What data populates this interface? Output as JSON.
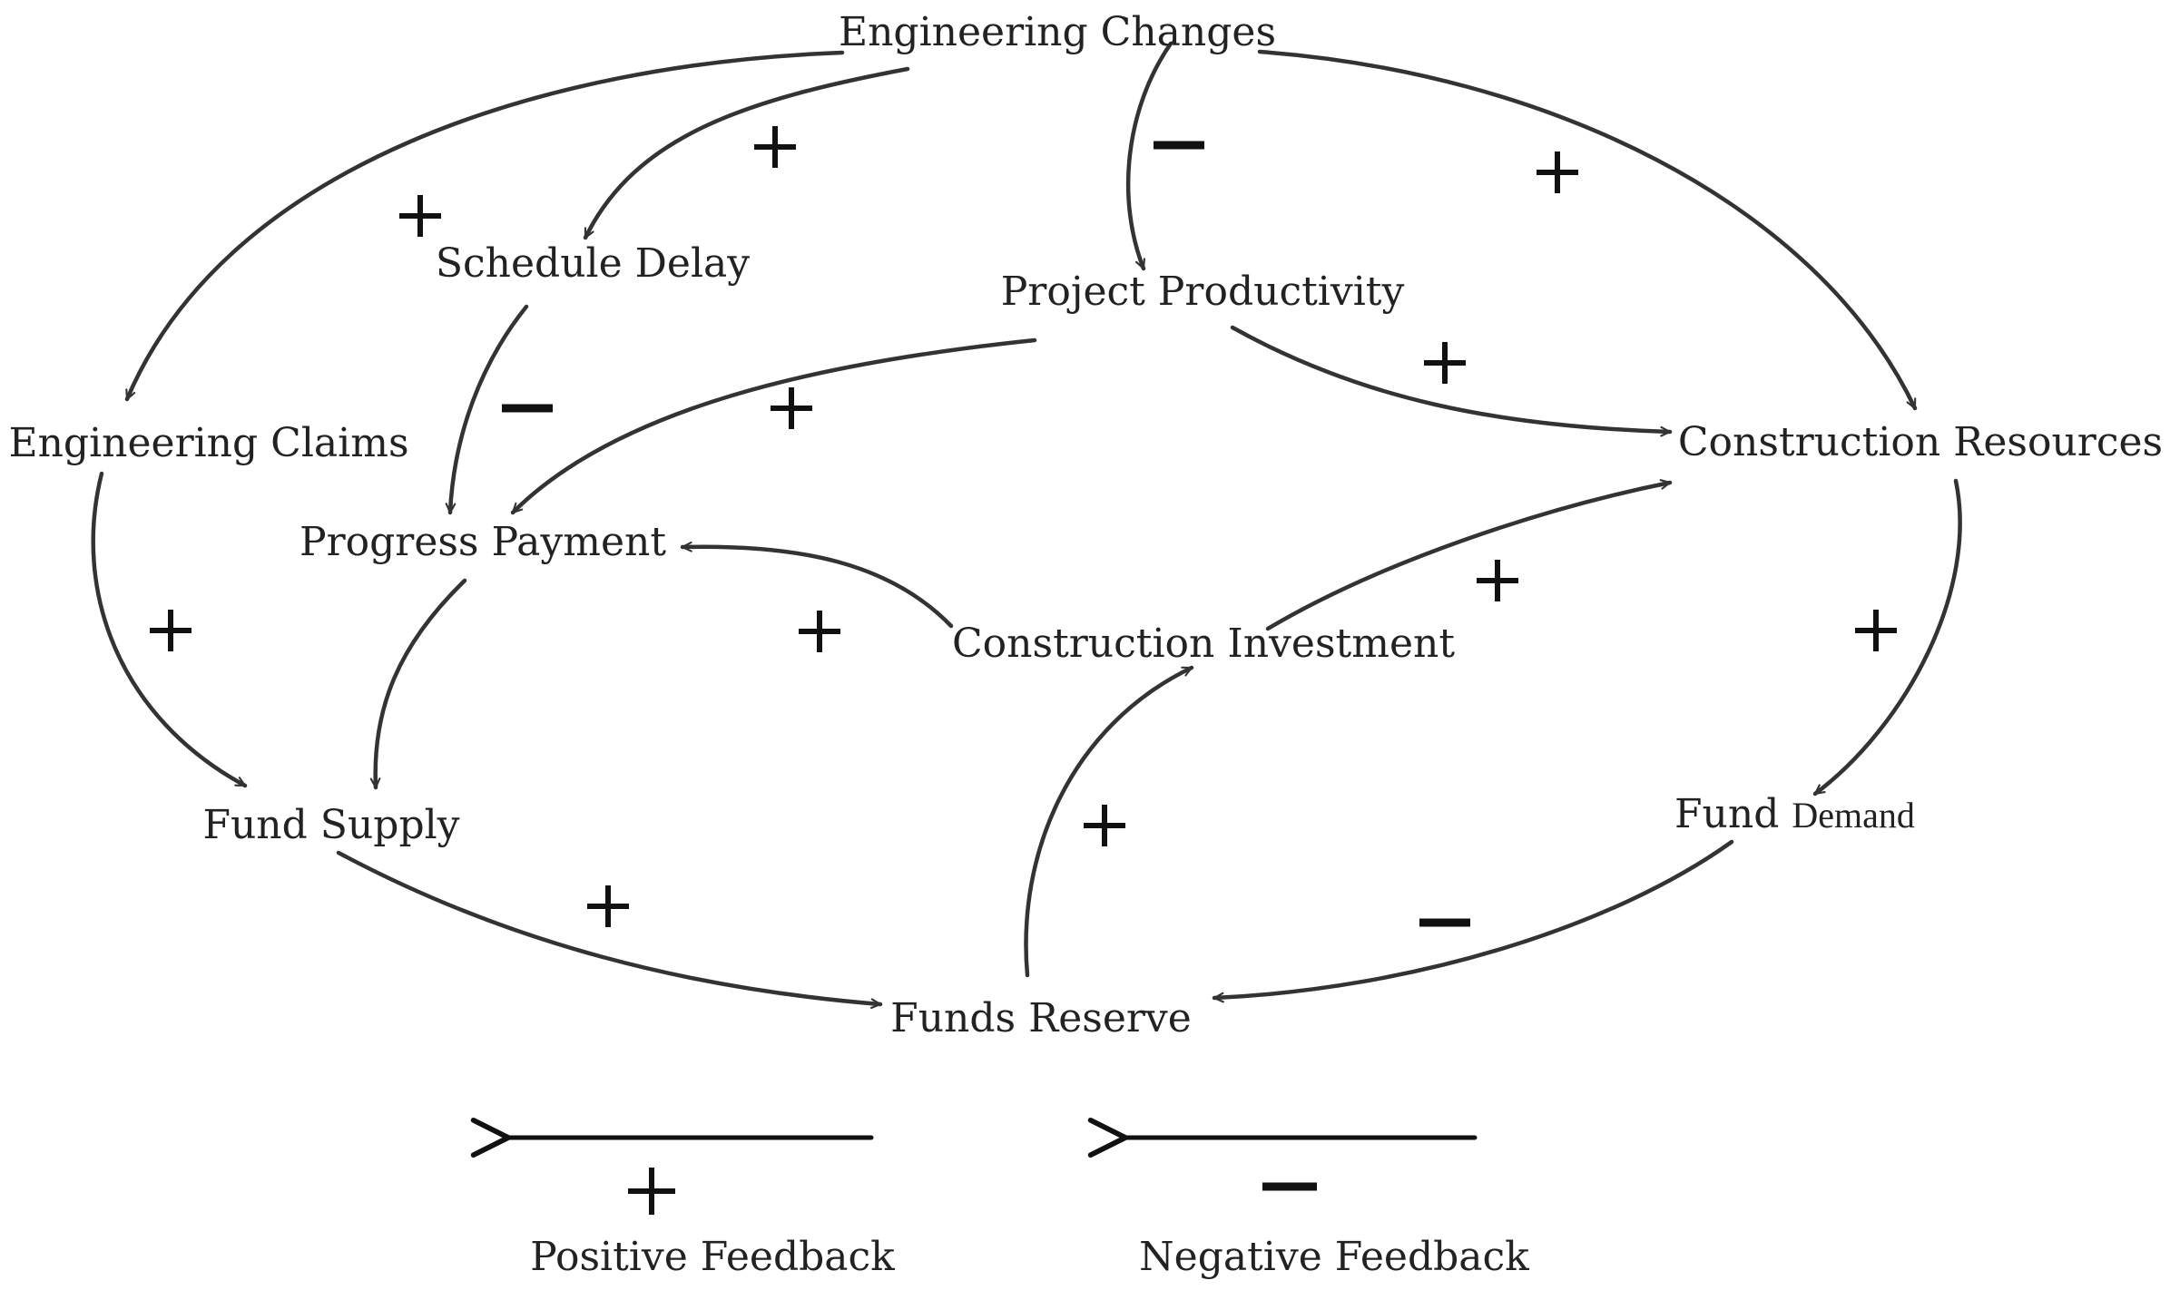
{
  "nodes": {
    "engineering_changes": "Engineering Changes",
    "schedule_delay": "Schedule Delay",
    "project_productivity": "Project Productivity",
    "engineering_claims": "Engineering Claims",
    "construction_resources": "Construction Resources",
    "progress_payment": "Progress Payment",
    "construction_investment": "Construction Investment",
    "fund_supply": "Fund Supply",
    "fund_demand_1": "Fund",
    "fund_demand_2": "Demand",
    "funds_reserve": "Funds Reserve"
  },
  "edges": [
    {
      "from": "Engineering Changes",
      "to": "Engineering Claims",
      "polarity": "+"
    },
    {
      "from": "Engineering Changes",
      "to": "Schedule Delay",
      "polarity": "+"
    },
    {
      "from": "Engineering Changes",
      "to": "Project Productivity",
      "polarity": "-"
    },
    {
      "from": "Engineering Changes",
      "to": "Construction Resources",
      "polarity": "+"
    },
    {
      "from": "Schedule Delay",
      "to": "Progress Payment",
      "polarity": "-"
    },
    {
      "from": "Project Productivity",
      "to": "Progress Payment",
      "polarity": "+"
    },
    {
      "from": "Project Productivity",
      "to": "Construction Resources",
      "polarity": "+"
    },
    {
      "from": "Engineering Claims",
      "to": "Fund Supply",
      "polarity": "+"
    },
    {
      "from": "Construction Investment",
      "to": "Progress Payment",
      "polarity": "+"
    },
    {
      "from": "Construction Investment",
      "to": "Construction Resources",
      "polarity": "+"
    },
    {
      "from": "Construction Resources",
      "to": "Fund Demand",
      "polarity": "+"
    },
    {
      "from": "Progress Payment",
      "to": "Fund Supply",
      "polarity": ""
    },
    {
      "from": "Fund Supply",
      "to": "Funds Reserve",
      "polarity": "+"
    },
    {
      "from": "Funds Reserve",
      "to": "Construction Investment",
      "polarity": "+"
    },
    {
      "from": "Fund Demand",
      "to": "Funds Reserve",
      "polarity": "-"
    }
  ],
  "legend": {
    "positive_label": "Positive Feedback",
    "negative_label": "Negative Feedback"
  },
  "colors": {
    "line": "#333333",
    "text": "#222222",
    "background": "#ffffff"
  }
}
